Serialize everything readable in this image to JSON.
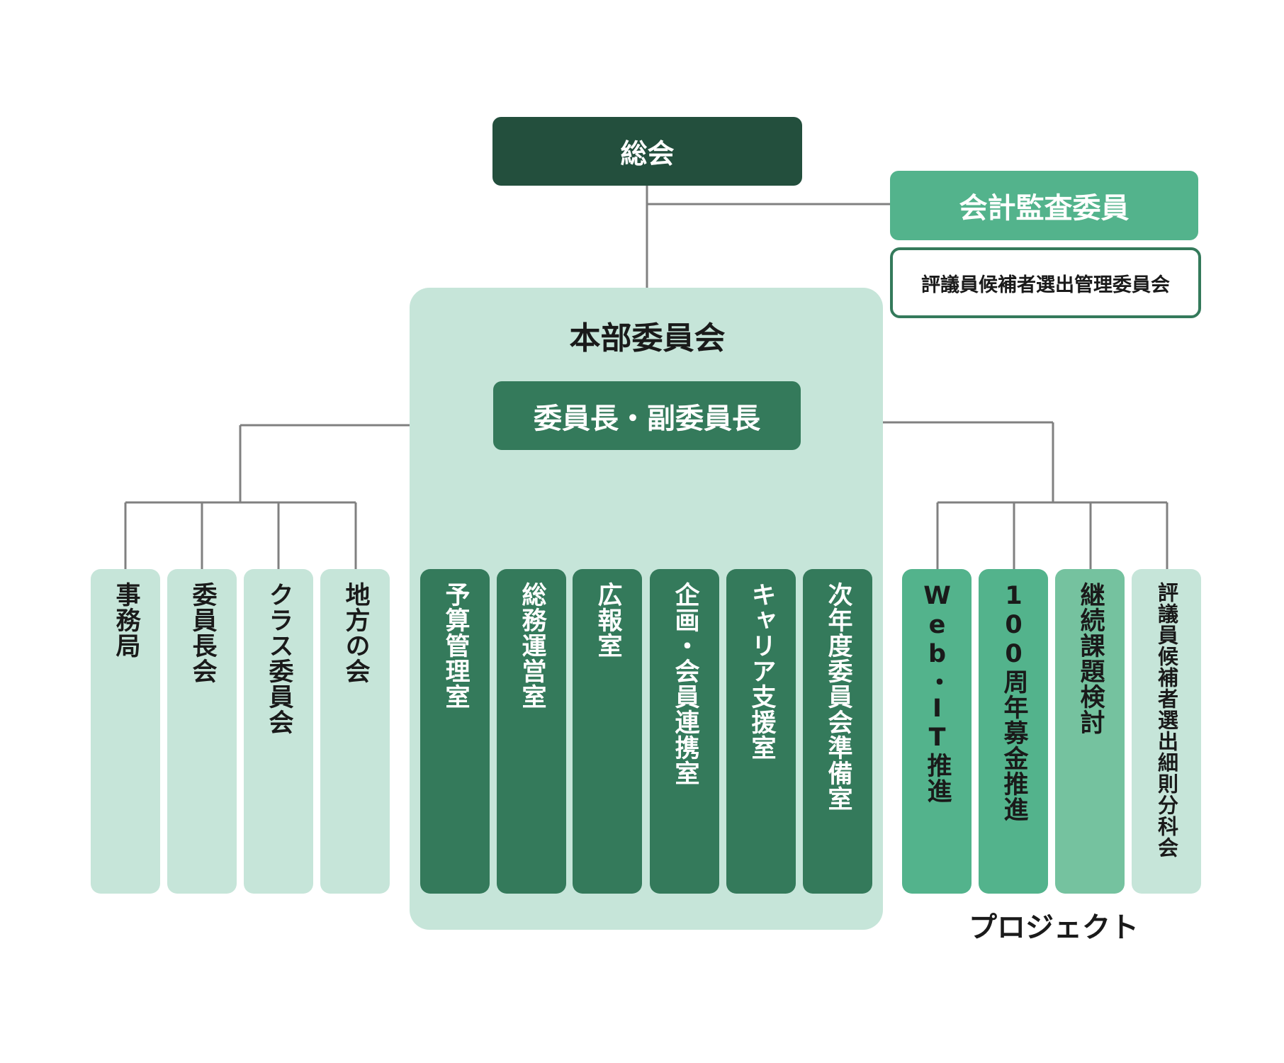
{
  "colors": {
    "dark": "#234f3d",
    "medium": "#347a5b",
    "accent": "#53b38c",
    "project": "#75c29f",
    "pale": "#c6e5d9",
    "line": "#808080",
    "text_dark": "#1a1a1a",
    "white": "#ffffff"
  },
  "top": {
    "general_assembly": "総会",
    "audit": "会計監査委員",
    "election_committee": "評議員候補者選出管理委員会"
  },
  "honbu": {
    "title": "本部委員会",
    "chair": "委員長・副委員長"
  },
  "left_units": [
    "事務局",
    "委員長会",
    "クラス委員会",
    "地方の会"
  ],
  "rooms": [
    "予算管理室",
    "総務運営室",
    "広報室",
    "企画・会員連携室",
    "キャリア支援室",
    "次年度委員会準備室"
  ],
  "projects": [
    "Web・IT推進",
    "100周年募金推進",
    "継続課題検討",
    "評議員候補者選出細則分科会"
  ],
  "projects_label": "プロジェクト"
}
